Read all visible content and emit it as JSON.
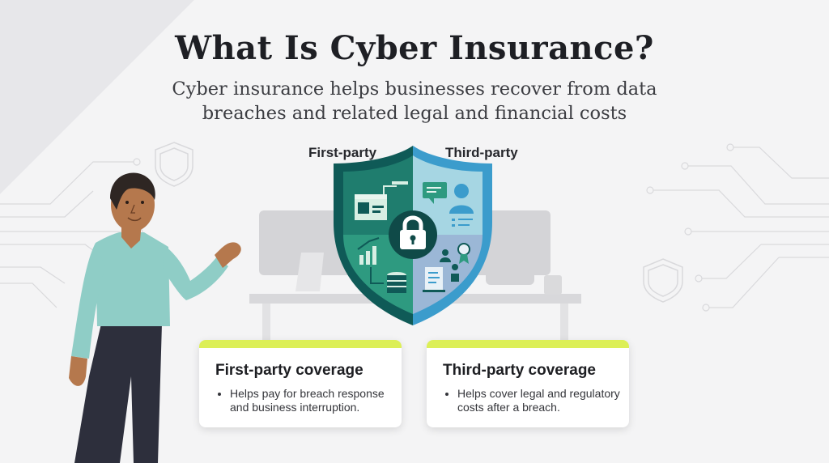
{
  "header": {
    "title": "What Is Cyber Insurance?",
    "subtitle": "Cyber insurance helps businesses recover from data breaches and related legal and financial costs"
  },
  "shield": {
    "left_label": "First-party",
    "right_label": "Third-party",
    "center_icon": "padlock-icon",
    "left_icons": [
      "browser-window-icon",
      "growth-chart-icon",
      "database-icon"
    ],
    "right_icons": [
      "chat-bubble-icon",
      "person-icon",
      "award-ribbon-icon",
      "people-icon",
      "document-scroll-icon"
    ],
    "colors": {
      "left_dark": "#0f5a57",
      "left_fill": "#2e9a80",
      "right_border": "#3b9ccc",
      "right_fill": "#a6d6e3",
      "right_lower": "#9bb7d6"
    }
  },
  "cards": [
    {
      "title": "First-party coverage",
      "bullet": "Helps pay for breach response and business interruption."
    },
    {
      "title": "Third-party coverage",
      "bullet": "Helps cover legal and regulatory costs after a breach."
    }
  ],
  "colors": {
    "accent_bar": "#dcef57",
    "background": "#f3f3f4",
    "title_text": "#1e1f24"
  }
}
